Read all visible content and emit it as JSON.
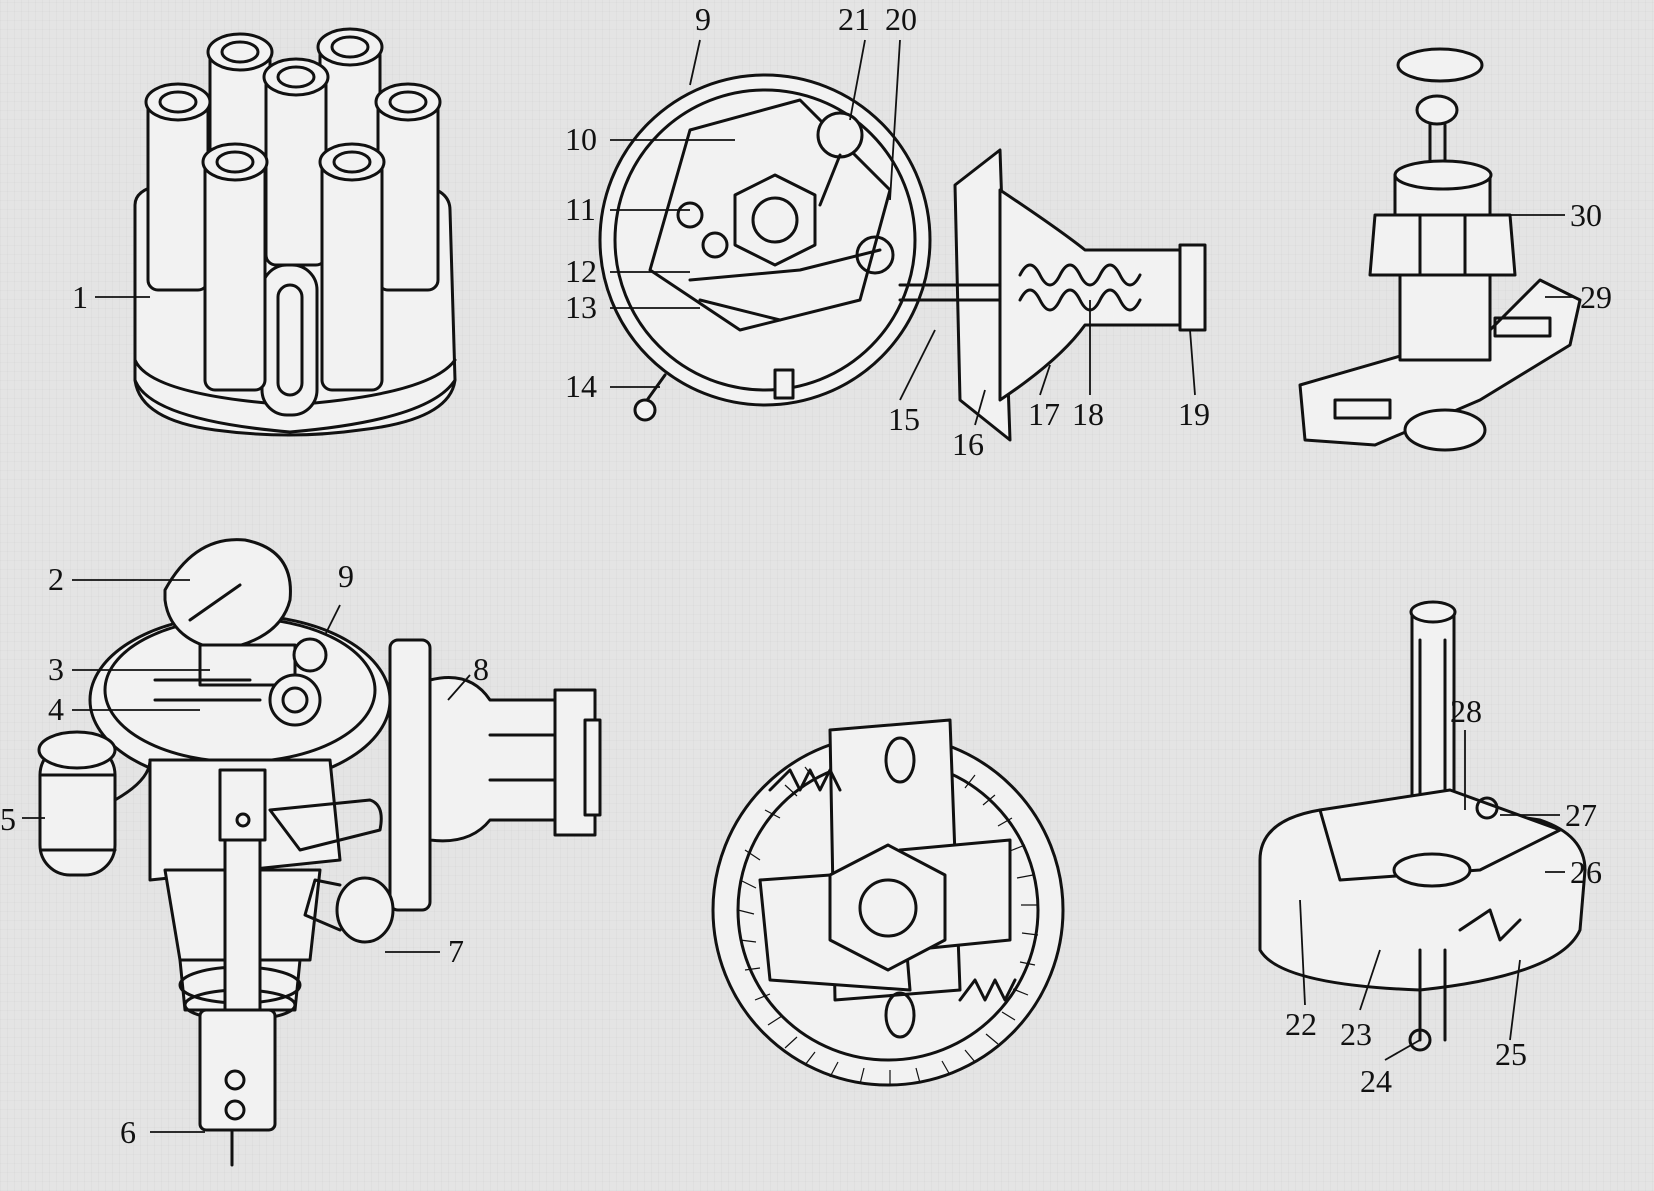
{
  "labels": [
    "1",
    "2",
    "3",
    "4",
    "5",
    "6",
    "7",
    "8",
    "9",
    "10",
    "11",
    "12",
    "13",
    "14",
    "15",
    "16",
    "17",
    "18",
    "19",
    "20",
    "21",
    "22",
    "23",
    "24",
    "25",
    "26",
    "27",
    "28",
    "29",
    "30"
  ]
}
